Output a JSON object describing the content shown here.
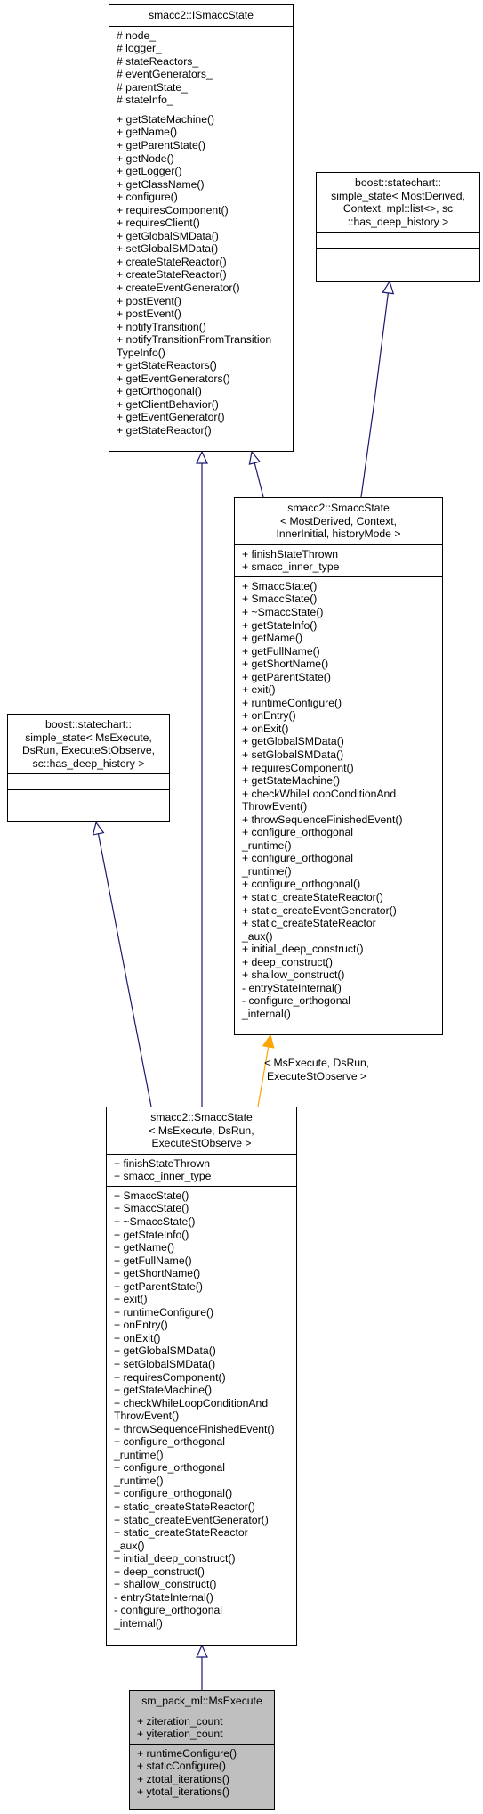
{
  "diagram": {
    "classes": [
      {
        "id": "isaccstate",
        "title": [
          "smacc2::ISmaccState"
        ],
        "attributes": [
          "# node_",
          "# logger_",
          "# stateReactors_",
          "# eventGenerators_",
          "# parentState_",
          "# stateInfo_"
        ],
        "operations": [
          "+ getStateMachine()",
          "+ getName()",
          "+ getParentState()",
          "+ getNode()",
          "+ getLogger()",
          "+ getClassName()",
          "+ configure()",
          "+ requiresComponent()",
          "+ requiresClient()",
          "+ getGlobalSMData()",
          "+ setGlobalSMData()",
          "+ createStateReactor()",
          "+ createStateReactor()",
          "+ createEventGenerator()",
          "+ postEvent()",
          "+ postEvent()",
          "+ notifyTransition()",
          "+ notifyTransitionFromTransition",
          "TypeInfo()",
          "+ getStateReactors()",
          "+ getEventGenerators()",
          "+ getOrthogonal()",
          "+ getClientBehavior()",
          "+ getEventGenerator()",
          "+ getStateReactor()"
        ]
      },
      {
        "id": "boost-simple-state-generic",
        "title": [
          "boost::statechart::",
          "simple_state< MostDerived,",
          "Context, mpl::list<>, sc",
          "::has_deep_history >"
        ],
        "attributes": [],
        "operations": []
      },
      {
        "id": "smaccstate-template",
        "title": [
          "smacc2::SmaccState",
          "< MostDerived, Context,",
          "InnerInitial, historyMode >"
        ],
        "attributes": [
          "+ finishStateThrown",
          "+ smacc_inner_type"
        ],
        "operations": [
          "+ SmaccState()",
          "+ SmaccState()",
          "+ ~SmaccState()",
          "+ getStateInfo()",
          "+ getName()",
          "+ getFullName()",
          "+ getShortName()",
          "+ getParentState()",
          "+ exit()",
          "+ runtimeConfigure()",
          "+ onEntry()",
          "+ onExit()",
          "+ getGlobalSMData()",
          "+ setGlobalSMData()",
          "+ requiresComponent()",
          "+ getStateMachine()",
          "+ checkWhileLoopConditionAnd",
          "ThrowEvent()",
          "+ throwSequenceFinishedEvent()",
          "+ configure_orthogonal",
          "_runtime()",
          "+ configure_orthogonal",
          "_runtime()",
          "+ configure_orthogonal()",
          "+ static_createStateReactor()",
          "+ static_createEventGenerator()",
          "+ static_createStateReactor",
          "_aux()",
          "+ initial_deep_construct()",
          "+ deep_construct()",
          "+ shallow_construct()",
          "- entryStateInternal()",
          "- configure_orthogonal",
          "_internal()"
        ]
      },
      {
        "id": "boost-simple-state-msexecute",
        "title": [
          "boost::statechart::",
          "simple_state< MsExecute,",
          "DsRun, ExecuteStObserve,",
          "sc::has_deep_history >"
        ],
        "attributes": [],
        "operations": []
      },
      {
        "id": "smaccstate-msexecute",
        "title": [
          "smacc2::SmaccState",
          "< MsExecute, DsRun,",
          "ExecuteStObserve >"
        ],
        "attributes": [
          "+ finishStateThrown",
          "+ smacc_inner_type"
        ],
        "operations": [
          "+ SmaccState()",
          "+ SmaccState()",
          "+ ~SmaccState()",
          "+ getStateInfo()",
          "+ getName()",
          "+ getFullName()",
          "+ getShortName()",
          "+ getParentState()",
          "+ exit()",
          "+ runtimeConfigure()",
          "+ onEntry()",
          "+ onExit()",
          "+ getGlobalSMData()",
          "+ setGlobalSMData()",
          "+ requiresComponent()",
          "+ getStateMachine()",
          "+ checkWhileLoopConditionAnd",
          "ThrowEvent()",
          "+ throwSequenceFinishedEvent()",
          "+ configure_orthogonal",
          "_runtime()",
          "+ configure_orthogonal",
          "_runtime()",
          "+ configure_orthogonal()",
          "+ static_createStateReactor()",
          "+ static_createEventGenerator()",
          "+ static_createStateReactor",
          "_aux()",
          "+ initial_deep_construct()",
          "+ deep_construct()",
          "+ shallow_construct()",
          "- entryStateInternal()",
          "- configure_orthogonal",
          "_internal()"
        ]
      },
      {
        "id": "msexecute",
        "title": [
          "sm_pack_ml::MsExecute"
        ],
        "attributes": [
          "+ ziteration_count",
          "+ yiteration_count"
        ],
        "operations": [
          "+ runtimeConfigure()",
          "+ staticConfigure()",
          "+ ztotal_iterations()",
          "+ ytotal_iterations()"
        ]
      }
    ],
    "edges": [
      {
        "from": "smaccstate-template",
        "to": "isaccstate",
        "kind": "inheritance",
        "color": "#191970"
      },
      {
        "from": "smaccstate-template",
        "to": "boost-simple-state-generic",
        "kind": "inheritance",
        "color": "#191970"
      },
      {
        "from": "smaccstate-msexecute",
        "to": "isaccstate",
        "kind": "inheritance",
        "color": "#191970"
      },
      {
        "from": "smaccstate-msexecute",
        "to": "boost-simple-state-msexecute",
        "kind": "inheritance",
        "color": "#191970"
      },
      {
        "from": "smaccstate-msexecute",
        "to": "smaccstate-template",
        "kind": "template-instantiation",
        "color": "#ffa500",
        "label": [
          "< MsExecute, DsRun,",
          "ExecuteStObserve >"
        ]
      },
      {
        "from": "msexecute",
        "to": "smaccstate-msexecute",
        "kind": "inheritance",
        "color": "#191970"
      }
    ],
    "highlight_class": "msexecute",
    "highlight_color": "#bfbfbf"
  }
}
